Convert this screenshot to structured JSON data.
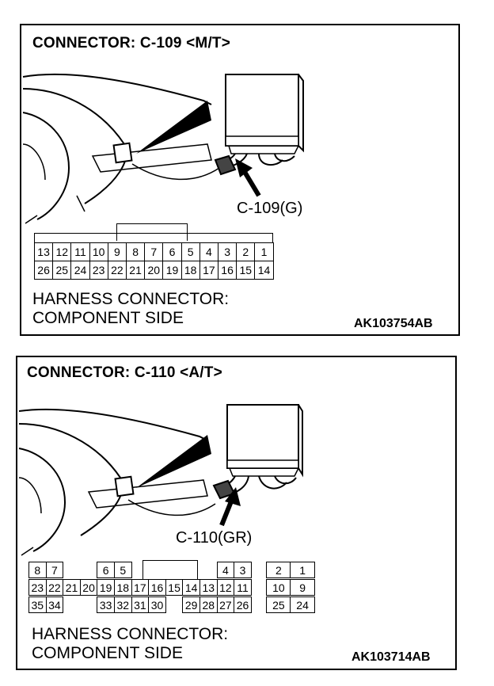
{
  "panels": [
    {
      "title": "CONNECTOR: C-109 <M/T>",
      "callout": "C-109(G)",
      "caption_line1": "HARNESS CONNECTOR:",
      "caption_line2": "COMPONENT SIDE",
      "code": "AK103754AB",
      "top_row": [
        "13",
        "12",
        "11",
        "10",
        "9",
        "8",
        "7",
        "6",
        "5",
        "4",
        "3",
        "2",
        "1"
      ],
      "bottom_row": [
        "26",
        "25",
        "24",
        "23",
        "22",
        "21",
        "20",
        "19",
        "18",
        "17",
        "16",
        "15",
        "14"
      ]
    },
    {
      "title": "CONNECTOR: C-110 <A/T>",
      "callout": "C-110(GR)",
      "caption_line1": "HARNESS CONNECTOR:",
      "caption_line2": "COMPONENT SIDE",
      "code": "AK103714AB",
      "top_row": [
        "8",
        "7",
        "6",
        "5",
        "4",
        "3",
        "2",
        "1"
      ],
      "middle_row": [
        "23",
        "22",
        "21",
        "20",
        "19",
        "18",
        "17",
        "16",
        "15",
        "14",
        "13",
        "12",
        "11",
        "10",
        "9"
      ],
      "bottom_row": [
        "35",
        "34",
        "33",
        "32",
        "31",
        "30",
        "29",
        "28",
        "27",
        "26",
        "25",
        "24"
      ]
    }
  ]
}
